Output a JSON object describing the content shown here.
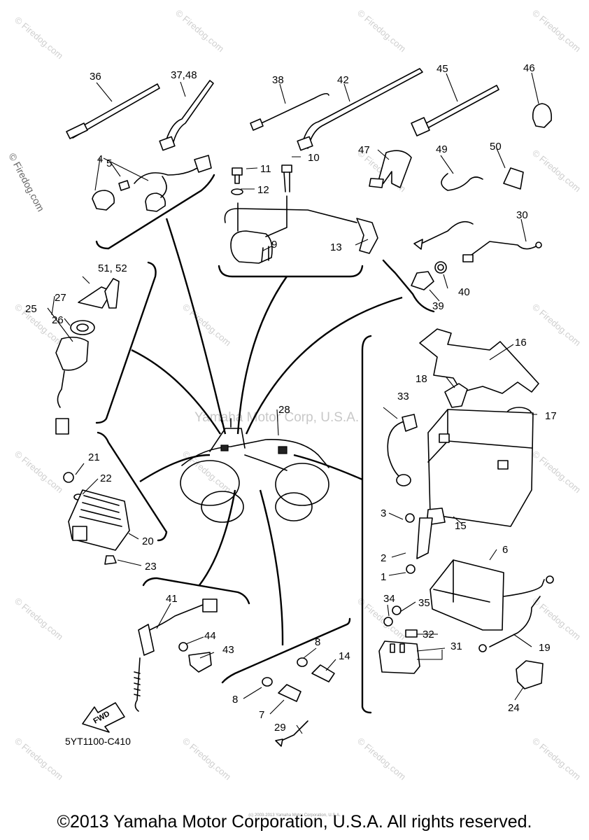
{
  "watermark": {
    "small": "© Firedog.com",
    "left_vertical": "© Firedog.com",
    "center": "Yamaha Motor Corp, U.S.A."
  },
  "callouts": [
    "36",
    "37,48",
    "38",
    "42",
    "45",
    "46",
    "4",
    "5",
    "11",
    "12",
    "10",
    "47",
    "49",
    "50",
    "9",
    "13",
    "30",
    "51, 52",
    "27",
    "25",
    "26",
    "40",
    "39",
    "16",
    "18",
    "28",
    "33",
    "17",
    "21",
    "22",
    "20",
    "23",
    "3",
    "15",
    "2",
    "6",
    "1",
    "41",
    "34",
    "35",
    "44",
    "32",
    "31",
    "43",
    "8",
    "14",
    "19",
    "8",
    "7",
    "24",
    "29"
  ],
  "diagram_code": "5YT1100-C410",
  "fwd_label": "FWD",
  "copyright": "©2013 Yamaha Motor Corporation, U.S.A. All rights reserved.",
  "fine_print": "(c) 2003-2013 Yamaha Motor Corporation, U.S.A."
}
